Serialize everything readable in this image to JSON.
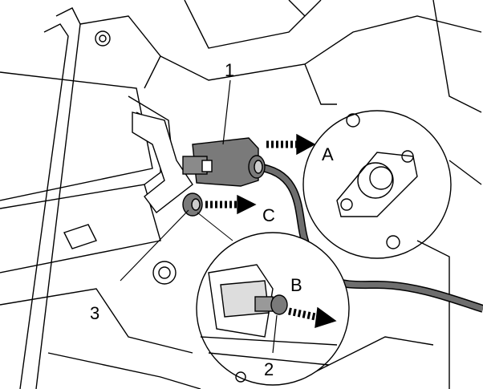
{
  "labels": {
    "callout_1": "1",
    "callout_2": "2",
    "callout_3": "3",
    "arrow_a": "A",
    "arrow_b": "B",
    "arrow_c": "C"
  },
  "colors": {
    "line": "#000000",
    "component_fill": "#7a7a7a",
    "cable": "#6e6e6e"
  }
}
